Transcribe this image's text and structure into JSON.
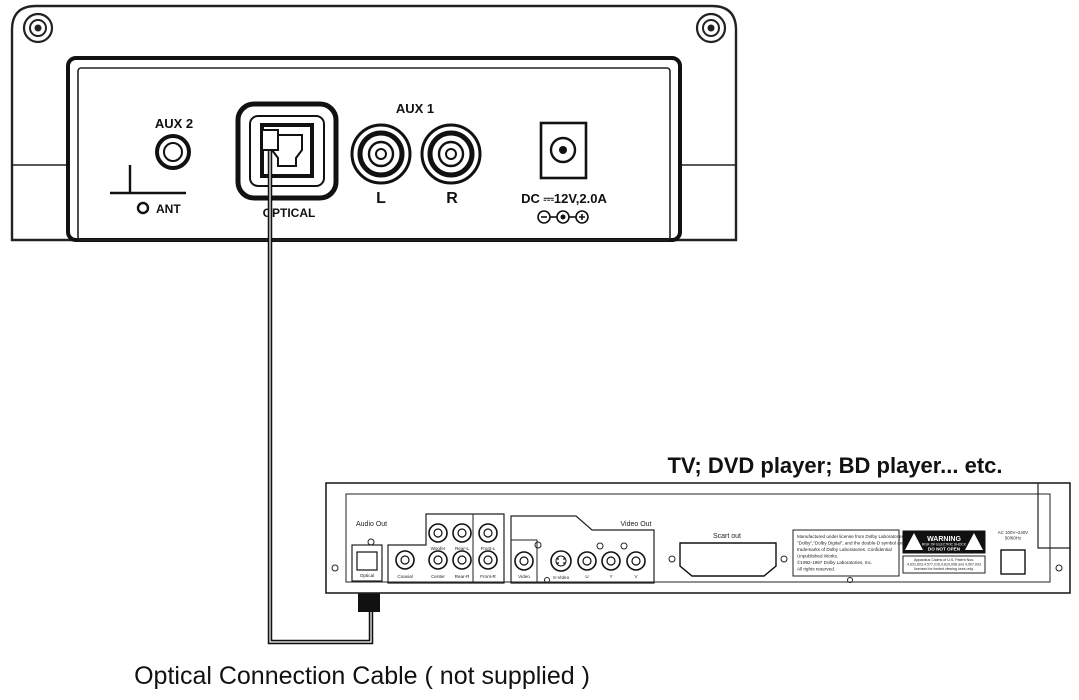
{
  "speaker": {
    "aux2": "AUX 2",
    "ant": "ANT",
    "optical": "OPTICAL",
    "aux1": "AUX 1",
    "left": "L",
    "right": "R",
    "dc": "DC ⎓12V,2.0A"
  },
  "source_device": {
    "title": "TV; DVD player; BD player... etc.",
    "audio_out": "Audio Out",
    "video_out": "Video Out",
    "scart_out": "Scart out",
    "jacks": {
      "optical": "Optical",
      "coaxial": "Coaxial",
      "center": "Center",
      "rear_r": "Rear-R",
      "woofer": "Woofer",
      "rear_l": "Rear-L",
      "front_l": "Front-L",
      "front_r": "Front-R",
      "video": "Video",
      "s_video": "S-Video",
      "u": "U",
      "y": "Y",
      "v": "V"
    },
    "dolby_notice": [
      "Manufactured under license from Dolby Laboratories.",
      "\"Dolby\",\"Dolby Digital\", and the double-D symbol are",
      "trademarks of Dolby Laboratories. Confidential",
      "Unpublished Works.",
      "©1992-1997 Dolby Laboratories, Inc.",
      "All rights reserved."
    ],
    "warning_title": "WARNING",
    "warning_sub": "DO NOT OPEN",
    "warning_small": "RISK OF ELECTRIC SHOCK",
    "patent_notice": [
      "Apparatus Claims of U.S. Patent Nos.",
      "4,631,603,4,577,216,4,819,098 and 4,907,093",
      "licensed for limited viewing uses only."
    ],
    "power": [
      "AC 100V~240V",
      "50/60Hz"
    ]
  },
  "caption": "Optical Connection Cable ( not supplied )"
}
